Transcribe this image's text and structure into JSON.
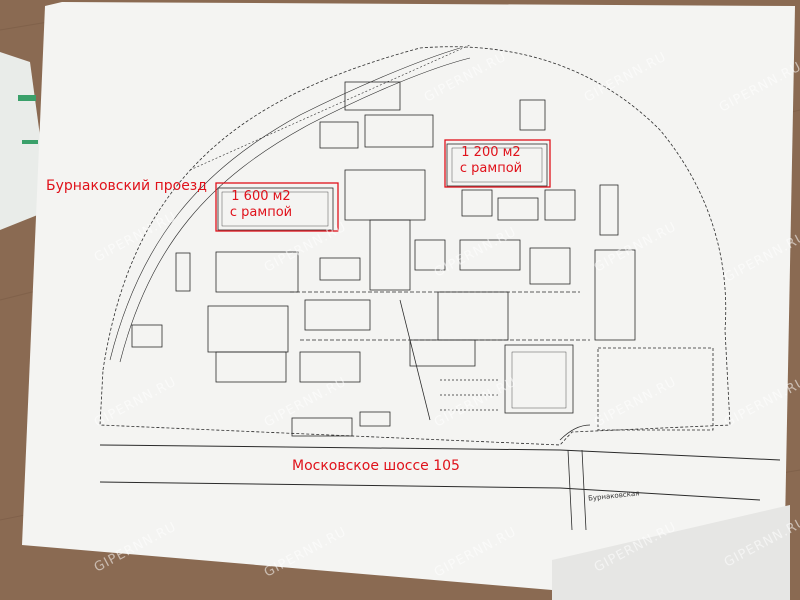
{
  "roads": {
    "north_road": "Бурнаковский проезд",
    "south_road": "Московское шоссе 105"
  },
  "units": [
    {
      "area": "1 600 м2",
      "feature": "с рампой"
    },
    {
      "area": "1 200 м2",
      "feature": "с рампой"
    }
  ],
  "watermark": "GIPERNN.RU",
  "legend_text": "Бурнаковская",
  "colors": {
    "label_red": "#e0121b",
    "wood": "#8a6a52",
    "paper": "#f4f4f2",
    "line": "#2b2b2b"
  }
}
